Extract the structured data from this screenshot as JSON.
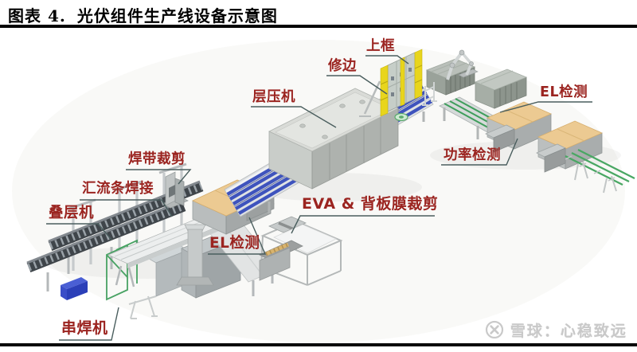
{
  "header": {
    "figure_label": "图表 4.",
    "title": "光伏组件生产线设备示意图"
  },
  "diagram": {
    "type": "isometric-production-line-illustration",
    "subject": "光伏组件生产线设备",
    "labels": [
      {
        "id": "frame-up",
        "text": "上框"
      },
      {
        "id": "trimming",
        "text": "修边"
      },
      {
        "id": "laminator",
        "text": "层压机"
      },
      {
        "id": "el-test-right",
        "text": "EL检测"
      },
      {
        "id": "power-test",
        "text": "功率检测"
      },
      {
        "id": "ribbon-cutting",
        "text": "焊带裁剪"
      },
      {
        "id": "busbar-welding",
        "text": "汇流条焊接"
      },
      {
        "id": "stacking-machine",
        "text": "叠层机"
      },
      {
        "id": "eva-backsheet-cutting",
        "text": "EVA & 背板膜裁剪"
      },
      {
        "id": "el-test-bottom",
        "text": "EL检测"
      },
      {
        "id": "string-welder",
        "text": "串焊机"
      }
    ],
    "label_color": "#9b2420",
    "leader_line_color": "#4a5e5e",
    "accent_colors": {
      "conveyor_blue": "#3e53bd",
      "table_tan": "#ecca92",
      "conveyor_green": "#3f9e5c",
      "frame_yellow": "#e8d51c"
    }
  },
  "watermark": {
    "logo": "xueqiu-snowball-icon",
    "text": "雪球：心稳致远",
    "color": "#c9c9c9"
  }
}
